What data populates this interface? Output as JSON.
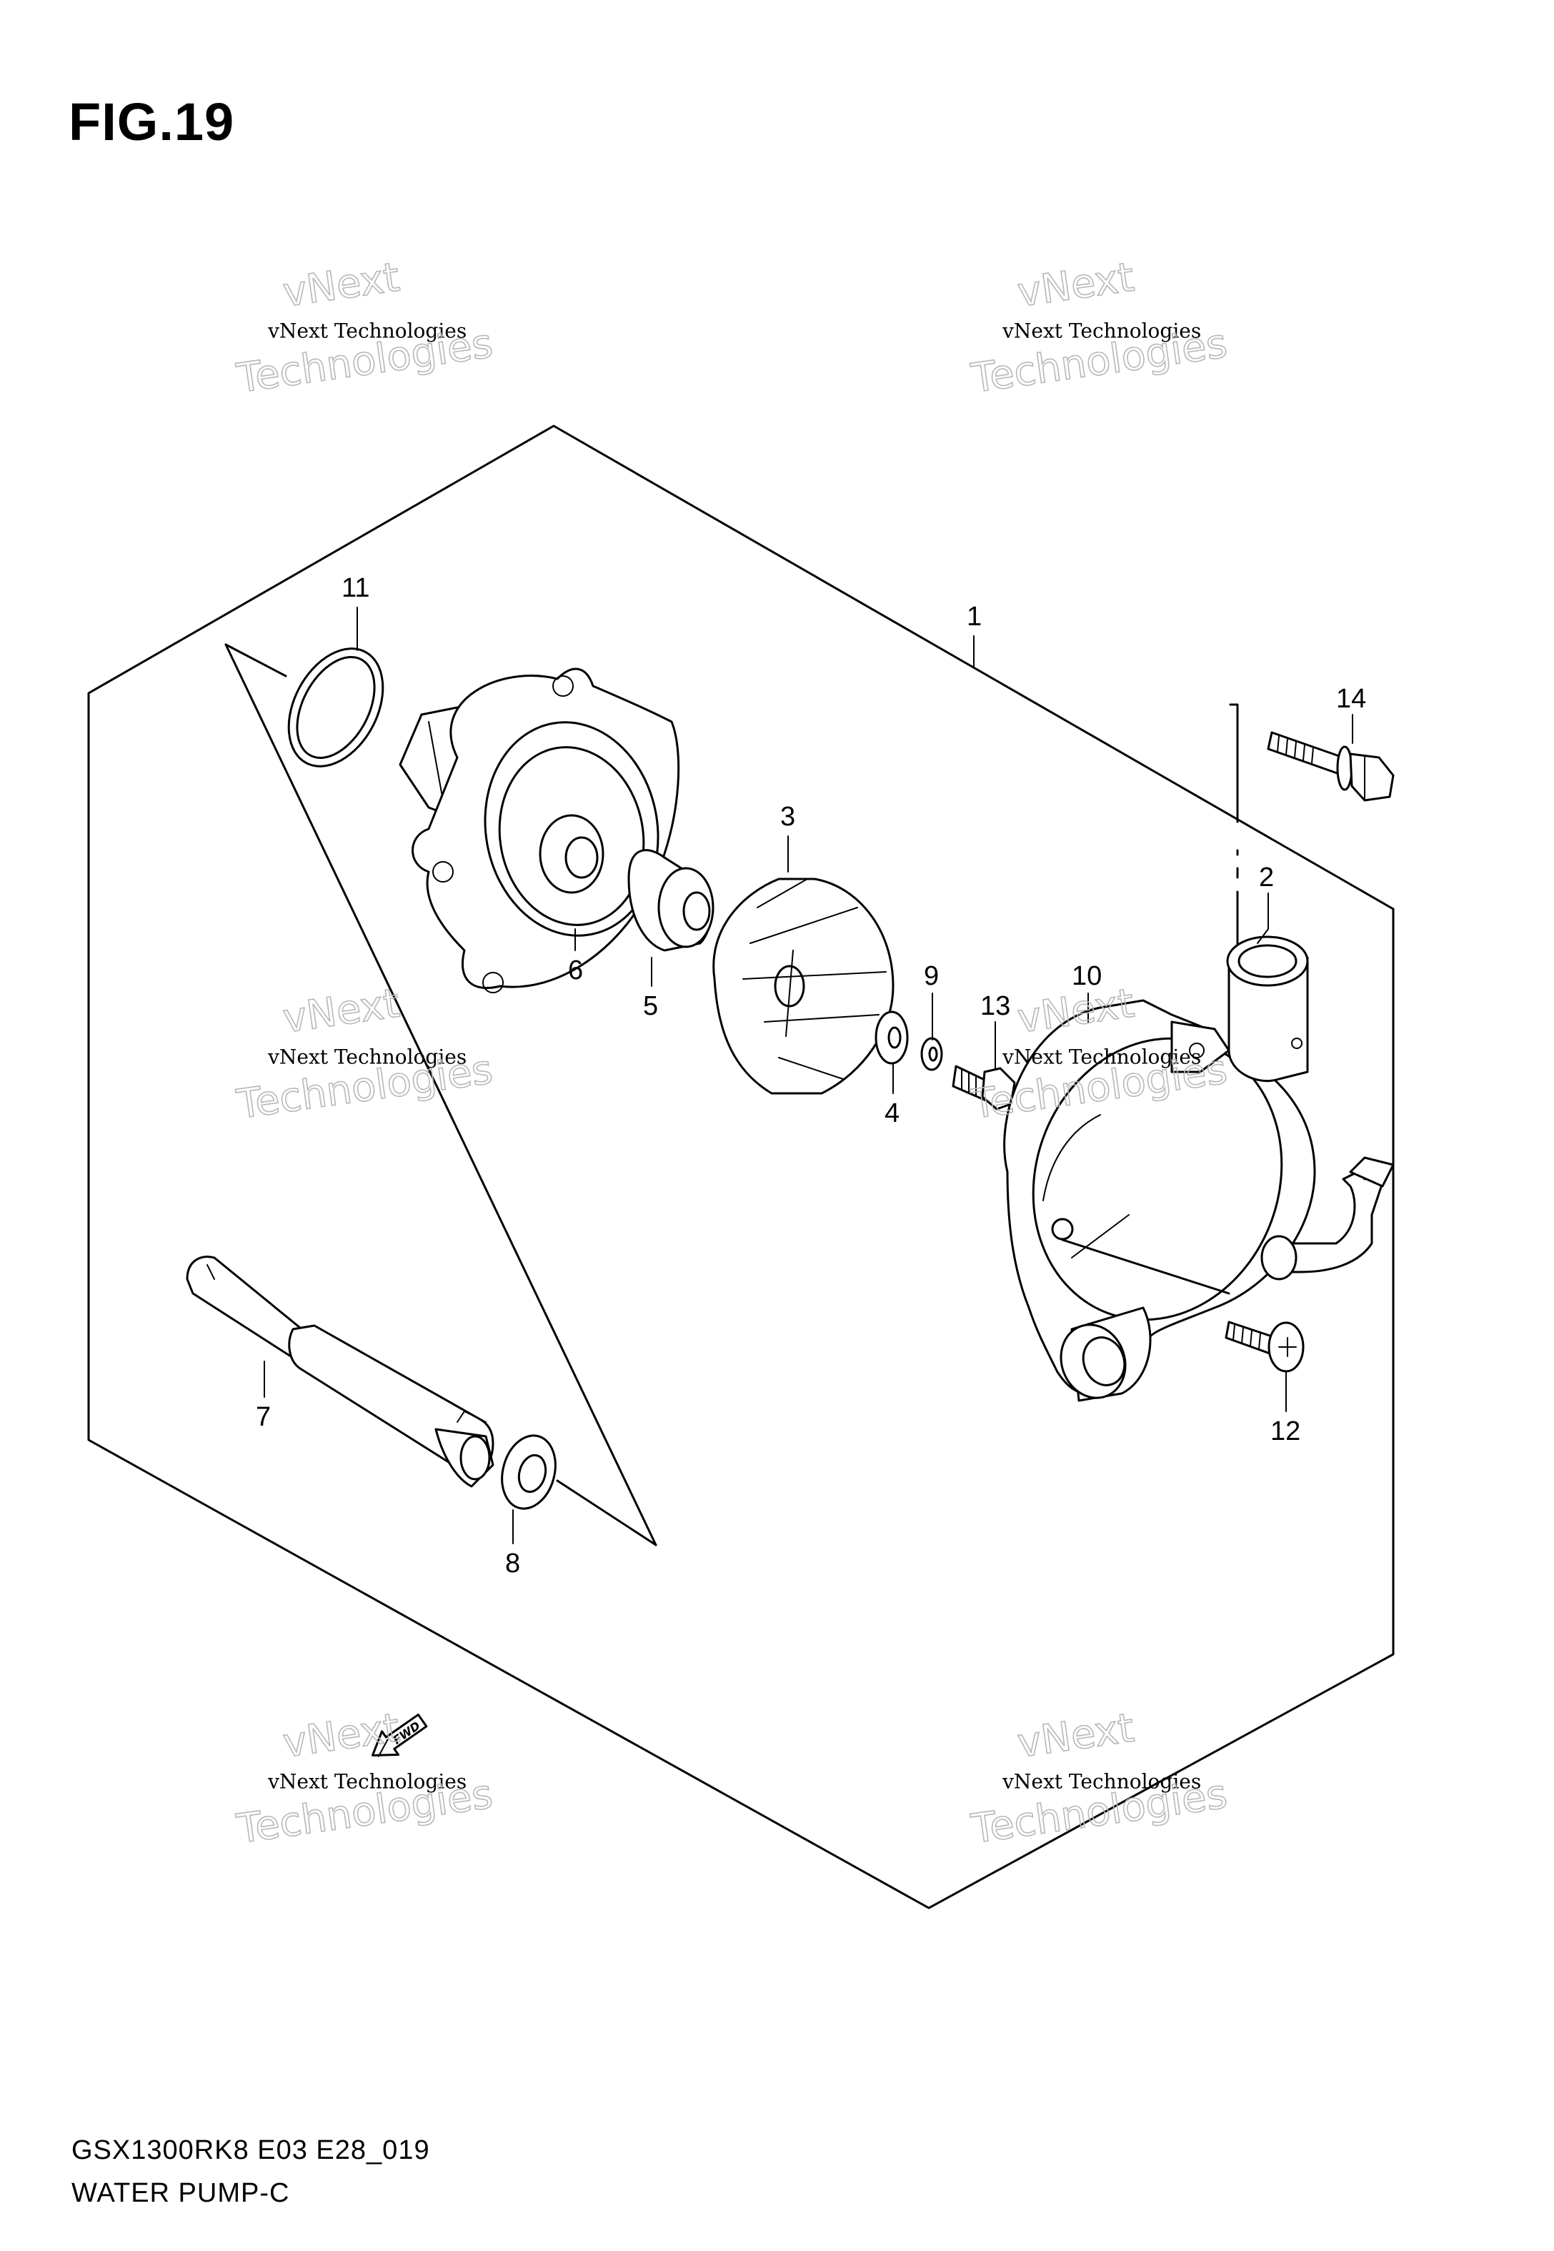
{
  "figure": {
    "title": "FIG.19"
  },
  "footer": {
    "code": "GSX1300RK8 E03 E28_019",
    "name": "WATER PUMP-C"
  },
  "watermark": {
    "line1": "vNext",
    "line2": "vNext Technologies",
    "line3": "Technologies"
  },
  "fwd_label": "FWD",
  "callouts": {
    "p1": "1",
    "p2": "2",
    "p3": "3",
    "p4": "4",
    "p5": "5",
    "p6": "6",
    "p7": "7",
    "p8": "8",
    "p9": "9",
    "p10": "10",
    "p11": "11",
    "p12": "12",
    "p13": "13",
    "p14": "14"
  }
}
